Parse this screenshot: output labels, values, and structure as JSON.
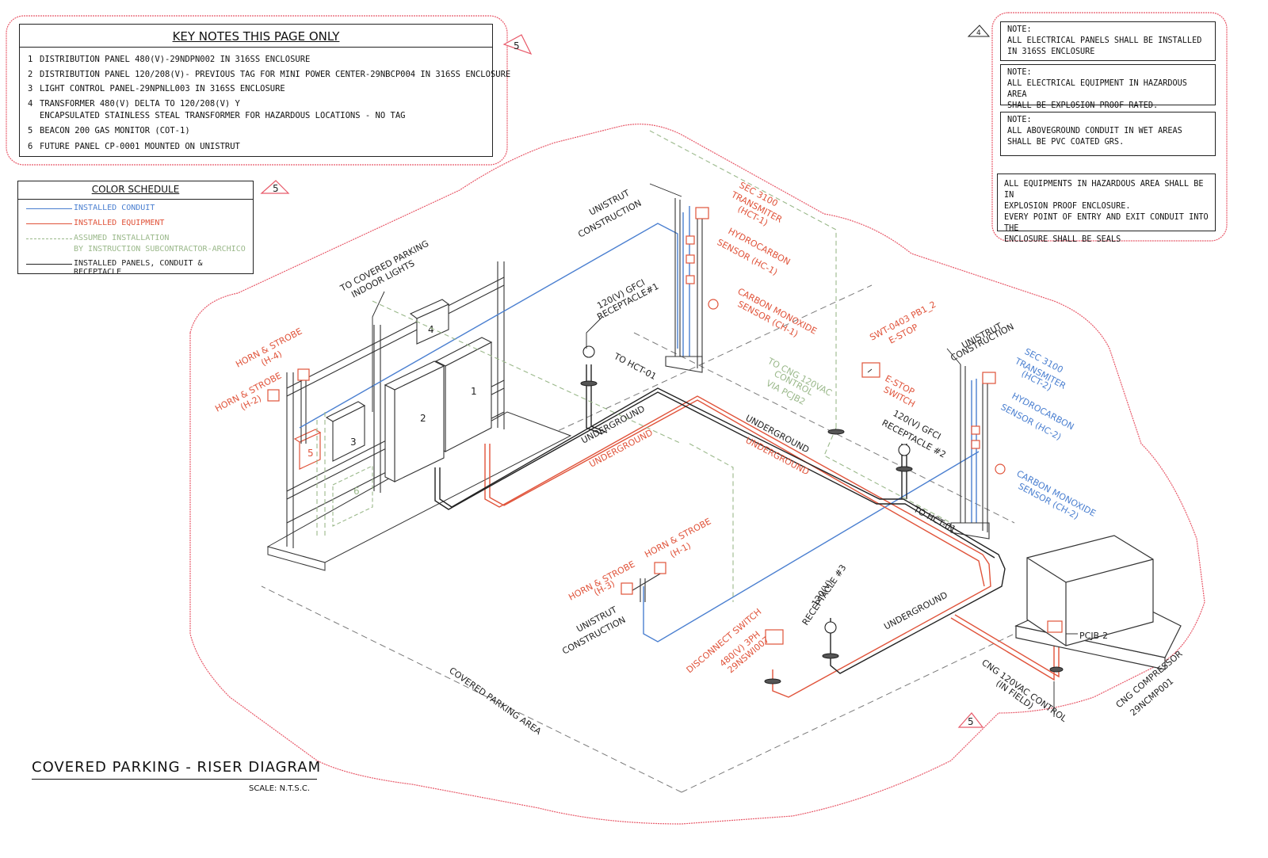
{
  "key_notes": {
    "title": "KEY NOTES THIS PAGE ONLY",
    "revision": "5",
    "items": [
      {
        "num": "1",
        "lines": [
          "DISTRIBUTION PANEL 480(V)-29NDPN002 IN 316SS ENCLOSURE"
        ]
      },
      {
        "num": "2",
        "lines": [
          "DISTRIBUTION PANEL 120/208(V)- PREVIOUS TAG FOR MINI POWER CENTER-29NBCP004 IN 316SS ENCLOSURE"
        ]
      },
      {
        "num": "3",
        "lines": [
          "LIGHT CONTROL PANEL-29NPNLL003 IN 316SS ENCLOSURE"
        ]
      },
      {
        "num": "4",
        "lines": [
          "TRANSFORMER 480(V) DELTA TO 120/208(V) Y",
          "ENCAPSULATED STAINLESS STEAL TRANSFORMER FOR HAZARDOUS LOCATIONS - NO TAG"
        ]
      },
      {
        "num": "5",
        "lines": [
          "BEACON 200 GAS MONITOR (COT-1)"
        ]
      },
      {
        "num": "6",
        "lines": [
          "FUTURE PANEL CP-0001 MOUNTED ON UNISTRUT"
        ]
      }
    ]
  },
  "color_schedule": {
    "title": "COLOR SCHEDULE",
    "revision": "5",
    "entries": [
      {
        "label": "INSTALLED CONDUIT",
        "color": "#4a7fd0"
      },
      {
        "label": "INSTALLED EQUIPMENT",
        "color": "#e0533a"
      },
      {
        "label": "ASSUMED INSTALLATION",
        "label2": "BY INSTRUCTION SUBCONTRACTOR-ARCHICO",
        "color": "#9ab88a"
      },
      {
        "label": "INSTALLED PANELS, CONDUIT & RECEPTACLE",
        "color": "#222222"
      }
    ]
  },
  "notes": {
    "revision": "4",
    "items": [
      {
        "lines": [
          "NOTE:",
          "ALL ELECTRICAL PANELS SHALL BE INSTALLED",
          "IN 316SS ENCLOSURE"
        ]
      },
      {
        "lines": [
          "NOTE:",
          "ALL ELECTRICAL EQUIPMENT IN HAZARDOUS AREA",
          "SHALL BE EXPLOSION PROOF RATED."
        ]
      },
      {
        "lines": [
          "NOTE:",
          "ALL ABOVEGROUND CONDUIT IN WET AREAS",
          "SHALL BE PVC COATED GRS."
        ]
      },
      {
        "lines": [
          "ALL EQUIPMENTS IN HAZARDOUS AREA SHALL BE IN",
          "EXPLOSION PROOF ENCLOSURE.",
          "EVERY POINT OF ENTRY AND EXIT CONDUIT INTO THE",
          "ENCLOSURE SHALL BE SEALS"
        ]
      }
    ]
  },
  "diagram": {
    "title": "COVERED PARKING -  RISER DIAGRAM",
    "scale": "SCALE: N.T.S.C.",
    "rev_bottom": "5",
    "panel_tags": [
      "1",
      "2",
      "3",
      "4",
      "5",
      "6"
    ],
    "labels": {
      "to_covered_parking": [
        "TO COVERED PARKING",
        "INDOOR LIGHTS"
      ],
      "unistrut_top": [
        "UNISTRUT",
        "CONSTRUCTION"
      ],
      "sec_hct1": [
        "SEC 3100",
        "TRANSMITER",
        "(HCT-1)"
      ],
      "hc1": [
        "HYDROCARBON",
        "SENSOR (HC-1)"
      ],
      "ch1": [
        "CARBON MONOXIDE",
        "SENSOR (CH-1)"
      ],
      "gfci1": [
        "120(V) GFCI",
        "RECEPTACLE#1"
      ],
      "to_hct01_a": "TO HCT-01",
      "to_cng": [
        "TO CNG 120VAC",
        "CONTROL",
        "VIA PCJB2"
      ],
      "estop": [
        "SWT-0403 PB1_2",
        "E-STOP"
      ],
      "estop_switch": [
        "E-STOP",
        "SWITCH"
      ],
      "unistrut_right": [
        "UNISTRUT",
        "CONSTRUCTION"
      ],
      "sec_hct2": [
        "SEC 3100",
        "TRANSMITER",
        "(HCT-2)"
      ],
      "hc2": [
        "HYDROCARBON",
        "SENSOR (HC-2)"
      ],
      "ch2": [
        "CARBON MONOXIDE",
        "SENSOR (CH-2)"
      ],
      "gfci2": [
        "120(V) GFCI",
        "RECEPTACLE #2"
      ],
      "to_hct01_b": "TO HCT-01",
      "horn_h4": [
        "HORN & STROBE",
        "(H-4)"
      ],
      "horn_h2": [
        "HORN & STROBE",
        "(H-2)"
      ],
      "horn_h3": [
        "HORN & STROBE",
        "(H-3)"
      ],
      "horn_h1": [
        "HORN & STROBE",
        "(H-1)"
      ],
      "unistrut_bottom": [
        "UNISTRUT",
        "CONSTRUCTION"
      ],
      "receptacle3": [
        "120(V)",
        "RECEPTACLE #3"
      ],
      "disconnect": [
        "DISCONNECT SWITCH",
        "480(V) 3PH",
        "29NSWI007"
      ],
      "underground": "UNDERGROUND",
      "covered_parking_area": "COVERED PARKING AREA",
      "cng_control": [
        "CNG 120VAC CONTROL",
        "(IN FIELD)"
      ],
      "pcjb2": "PCJB-2",
      "compressor": [
        "CNG COMPRESSOR",
        "29NCMP001"
      ]
    }
  },
  "colors": {
    "conduit": "#4a7fd0",
    "equipment": "#e0533a",
    "assumed": "#9ab88a",
    "panel": "#222222",
    "cloud": "#e85a6a"
  }
}
